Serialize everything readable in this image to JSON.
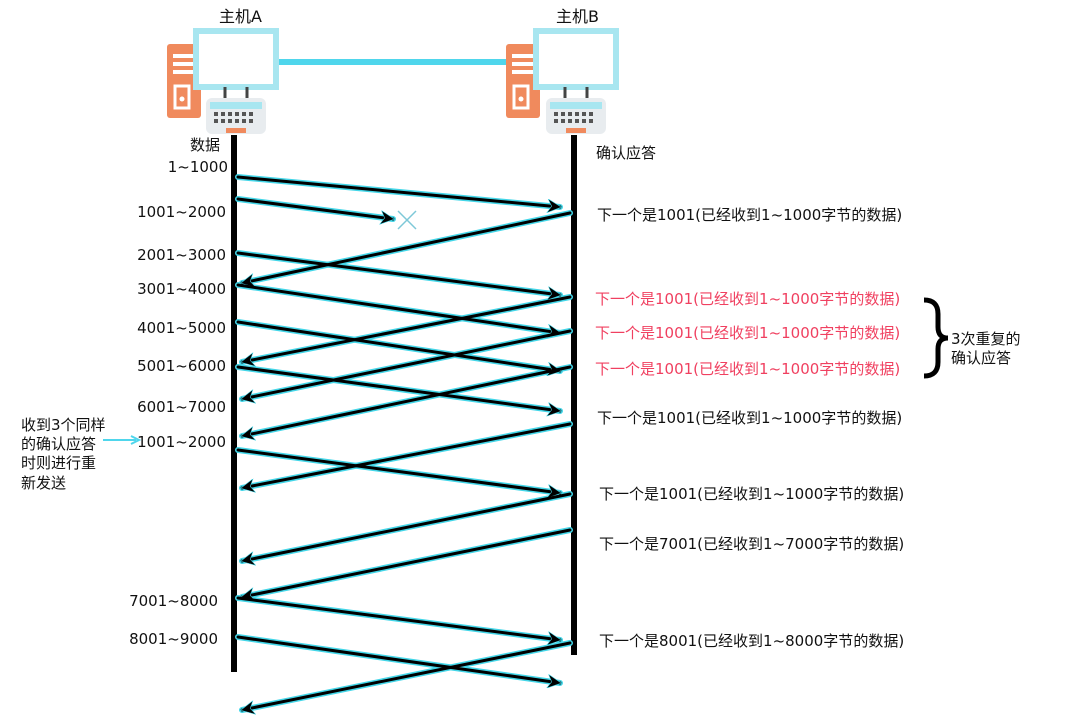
{
  "hosts": {
    "a": {
      "label": "主机A"
    },
    "b": {
      "label": "主机B"
    }
  },
  "columns": {
    "left_label": "数据",
    "right_label": "确认应答"
  },
  "segments": [
    "1~1000",
    "1001~2000",
    "2001~3000",
    "3001~4000",
    "4001~5000",
    "5001~6000",
    "6001~7000",
    "1001~2000",
    "7001~8000",
    "8001~9000"
  ],
  "acks": [
    "下一个是1001(已经收到1~1000字节的数据)",
    "下一个是1001(已经收到1~1000字节的数据)",
    "下一个是1001(已经收到1~1000字节的数据)",
    "下一个是1001(已经收到1~1000字节的数据)",
    "下一个是1001(已经收到1~1000字节的数据)",
    "下一个是1001(已经收到1~1000字节的数据)",
    "下一个是7001(已经收到1~7000字节的数据)",
    "下一个是8001(已经收到1~8000字节的数据)"
  ],
  "brace_note": {
    "line1": "3次重复的",
    "line2": "确认应答"
  },
  "retransmit_note": {
    "lines": [
      "收到3个同样",
      "的确认应答",
      "时则进行重",
      "新发送"
    ]
  },
  "colors": {
    "arrow": "#000000",
    "arrow_outline": "#43d6e8",
    "link": "#4fd6ec",
    "server": "#f08a5d",
    "monitor": "#a8e6f0",
    "keyboard": "#e8ecef",
    "accent_red": "#f04060",
    "lost_mark": "#7ec8d8"
  }
}
